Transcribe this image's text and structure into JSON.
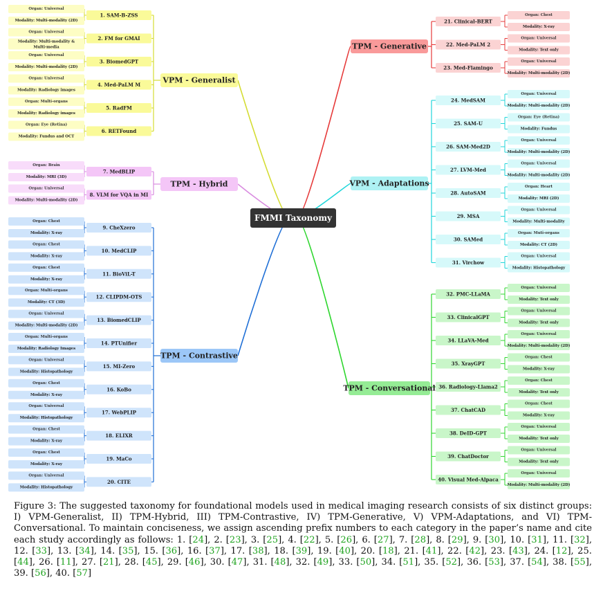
{
  "center": {
    "label": "FMMI Taxonomy"
  },
  "colors": {
    "generalist": "#fafa99",
    "generalist_line": "#d4dc33",
    "hybrid": "#f4c6f7",
    "hybrid_line": "#d98ce0",
    "contrastive": "#9cc7f7",
    "contrastive_light": "#cfe4fb",
    "contrastive_line": "#1f6fd6",
    "generative": "#f99a9a",
    "generative_light": "#fbd3d3",
    "generative_line": "#e63939",
    "adaptations": "#aef2f4",
    "adaptations_light": "#d6f9fa",
    "adaptations_line": "#1fd6da",
    "conversational": "#95ec95",
    "conversational_light": "#c9f6c9",
    "conversational_line": "#2ed62e",
    "center_bg": "#333333"
  },
  "categories": [
    {
      "key": "generalist",
      "label": "VPM - Generalist",
      "side": "left",
      "models": [
        {
          "name": "1. SAM-B-ZSS",
          "organ": "Organ: Universal",
          "modality": "Modality: Multi-modality (2D)"
        },
        {
          "name": "2. FM for GMAI",
          "organ": "Organ: Universal",
          "modality": "Modality: Multi-modality & Multi-media"
        },
        {
          "name": "3. BiomedGPT",
          "organ": "Organ: Universal",
          "modality": "Modality: Multi-modality (2D)"
        },
        {
          "name": "4. Med-PaLM M",
          "organ": "Organ: Universal",
          "modality": "Modality: Radiology images"
        },
        {
          "name": "5. RadFM",
          "organ": "Organ: Multi-organs",
          "modality": "Modality: Radiology images"
        },
        {
          "name": "6. RETFound",
          "organ": "Organ: Eye (Retina)",
          "modality": "Modality: Fundus and OCT"
        }
      ]
    },
    {
      "key": "hybrid",
      "label": "TPM - Hybrid",
      "side": "left",
      "models": [
        {
          "name": "7. MedBLIP",
          "organ": "Organ: Brain",
          "modality": "Modality: MRI (3D)"
        },
        {
          "name": "8. VLM for VQA in MI",
          "organ": "Organ: Universal",
          "modality": "Modality: Multi-modality (2D)"
        }
      ]
    },
    {
      "key": "contrastive",
      "label": "TPM - Contrastive",
      "side": "left",
      "models": [
        {
          "name": "9. CheXzero",
          "organ": "Organ: Chest",
          "modality": "Modality: X-ray"
        },
        {
          "name": "10. MedCLIP",
          "organ": "Organ: Chest",
          "modality": "Modality: X-ray"
        },
        {
          "name": "11. BioViL-T",
          "organ": "Organ: Chest",
          "modality": "Modality: X-ray"
        },
        {
          "name": "12. CLIPDM-OTS",
          "organ": "Organ: Multi-organs",
          "modality": "Modality: CT (3D)"
        },
        {
          "name": "13. BiomedCLIP",
          "organ": "Organ: Universal",
          "modality": "Modality: Multi-modality (2D)"
        },
        {
          "name": "14. PTUnifier",
          "organ": "Organ: Multi-organs",
          "modality": "Modality: Radiology Images"
        },
        {
          "name": "15. MI-Zero",
          "organ": "Organ: Universal",
          "modality": "Modality: Histopathology"
        },
        {
          "name": "16. KoBo",
          "organ": "Organ: Chest",
          "modality": "Modality: X-ray"
        },
        {
          "name": "17. WebPLIP",
          "organ": "Organ: Universal",
          "modality": "Modality: Histopathology"
        },
        {
          "name": "18. ELIXR",
          "organ": "Organ: Chest",
          "modality": "Modality: X-ray"
        },
        {
          "name": "19. MaCo",
          "organ": "Organ: Chest",
          "modality": "Modality: X-ray"
        },
        {
          "name": "20. CITE",
          "organ": "Organ: Universal",
          "modality": "Modality: Histopathology"
        }
      ]
    },
    {
      "key": "generative",
      "label": "TPM - Generative",
      "side": "right",
      "models": [
        {
          "name": "21. Clinical-BERT",
          "organ": "Organ: Chest",
          "modality": "Modality: X-ray"
        },
        {
          "name": "22. Med-PaLM 2",
          "organ": "Organ: Universal",
          "modality": "Modality: Text only"
        },
        {
          "name": "23. Med-Flamingo",
          "organ": "Organ: Universal",
          "modality": "Modality: Multi-modality (2D)"
        }
      ]
    },
    {
      "key": "adaptations",
      "label": "VPM - Adaptations",
      "side": "right",
      "models": [
        {
          "name": "24. MedSAM",
          "organ": "Organ: Universal",
          "modality": "Modality: Multi-modality (2D)"
        },
        {
          "name": "25. SAM-U",
          "organ": "Organ: Eye (Retina)",
          "modality": "Modality: Fundus"
        },
        {
          "name": "26. SAM-Med2D",
          "organ": "Organ: Universal",
          "modality": "Modality: Multi-modality (2D)"
        },
        {
          "name": "27. LVM-Med",
          "organ": "Organ: Universal",
          "modality": "Modality: Multi-modality (2D)"
        },
        {
          "name": "28. AutoSAM",
          "organ": "Organ: Heart",
          "modality": "Modality: MRI (2D)"
        },
        {
          "name": "29. MSA",
          "organ": "Organ: Universal",
          "modality": "Modality: Multi-modality"
        },
        {
          "name": "30. SAMed",
          "organ": "Organ: Muti-organs",
          "modality": "Modality: CT (2D)"
        },
        {
          "name": "31. Virchow",
          "organ": "Organ: Universal",
          "modality": "Modality: Histopathology"
        }
      ]
    },
    {
      "key": "conversational",
      "label": "TPM - Conversational",
      "side": "right",
      "models": [
        {
          "name": "32. PMC-LLaMA",
          "organ": "Organ: Universal",
          "modality": "Modality: Text only"
        },
        {
          "name": "33. ClinicalGPT",
          "organ": "Organ: Universal",
          "modality": "Modality: Text only"
        },
        {
          "name": "34. LLaVA-Med",
          "organ": "Organ: Universal",
          "modality": "Modality: Multi-modality (2D)"
        },
        {
          "name": "35. XrayGPT",
          "organ": "Organ: Chest",
          "modality": "Modality: X-ray"
        },
        {
          "name": "36. Radiology-Llama2",
          "organ": "Organ: Chest",
          "modality": "Modality: Text only"
        },
        {
          "name": "37. ChatCAD",
          "organ": "Organ: Chest",
          "modality": "Modality: X-ray"
        },
        {
          "name": "38. DeID-GPT",
          "organ": "Organ: Universal",
          "modality": "Modality: Text only"
        },
        {
          "name": "39. ChatDoctor",
          "organ": "Organ: Universal",
          "modality": "Modality: Text only"
        },
        {
          "name": "40. Visual Med-Alpaca",
          "organ": "Organ: Universal",
          "modality": "Modality: Multi-modality (2D)"
        }
      ]
    }
  ],
  "caption": {
    "label": "Figure 3:",
    "text": "The suggested taxonomy for foundational models used in medical imaging research consists of six distinct groups: I) VPM-Generalist, II) TPM-Hybrid, III) TPM-Contrastive, IV) TPM-Generative, V) VPM-Adaptations, and VI) TPM-Conversational. To maintain conciseness, we assign ascending prefix numbers to each category in the paper’s name and cite each study accordingly as follows:",
    "refs": [
      "24",
      "23",
      "25",
      "22",
      "26",
      "27",
      "28",
      "29",
      "30",
      "31",
      "32",
      "33",
      "34",
      "35",
      "36",
      "37",
      "38",
      "39",
      "40",
      "18",
      "41",
      "42",
      "43",
      "12",
      "44",
      "11",
      "21",
      "45",
      "46",
      "47",
      "48",
      "49",
      "50",
      "51",
      "52",
      "53",
      "54",
      "55",
      "56",
      "57"
    ]
  }
}
